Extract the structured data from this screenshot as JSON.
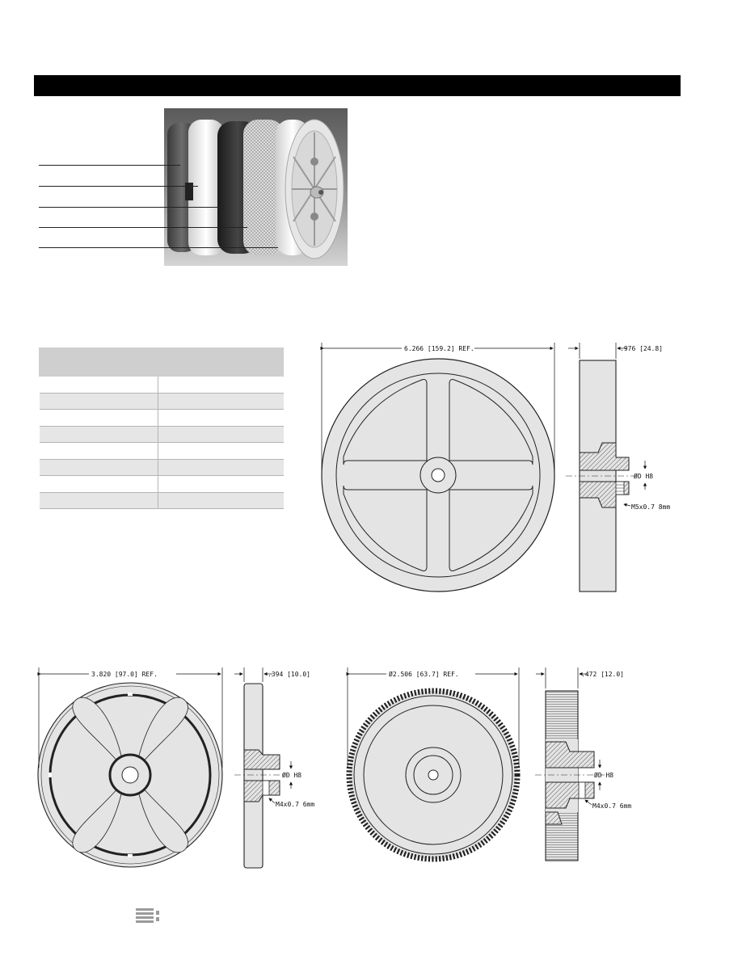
{
  "page": {
    "header_bar": "",
    "photo": "clutch-brake-assembly-photo"
  },
  "spec_table": {
    "header": [
      "",
      ""
    ],
    "rows": [
      [
        "",
        ""
      ],
      [
        "",
        ""
      ],
      [
        "",
        ""
      ],
      [
        "",
        ""
      ],
      [
        "",
        ""
      ],
      [
        "",
        ""
      ],
      [
        "",
        ""
      ],
      [
        "",
        ""
      ]
    ]
  },
  "drawings": {
    "large_wheel": {
      "diameter": "6.266 [159.2] REF.",
      "width": ".976 [24.8]",
      "bore": "ØD H8",
      "thread": "M5x0.7 8mm"
    },
    "medium_wheel": {
      "diameter": "3.820 [97.0] REF.",
      "width": ".394 [10.0]",
      "bore": "ØD H8",
      "thread": "M4x0.7 6mm"
    },
    "gear": {
      "diameter": "Ø2.506 [63.7] REF.",
      "width": ".472 [12.0]",
      "bore": "ØD H8",
      "thread": "M4x0.7 6mm"
    }
  },
  "footer": {
    "logo_icon": "catalog-logo-icon"
  }
}
